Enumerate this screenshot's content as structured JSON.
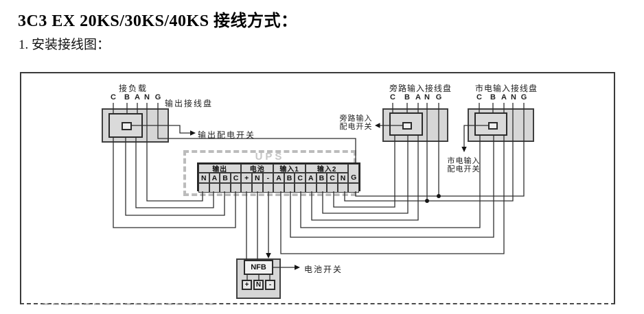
{
  "header": {
    "title": "3C3 EX 20KS/30KS/40KS 接线方式：",
    "subtitle": "1. 安装接线图："
  },
  "colors": {
    "block_fill": "#d6d6d6",
    "wire": "#2e2e2e",
    "dashed_box": "#bcbcbc",
    "frame_border": "#3a3a3a"
  },
  "diagram": {
    "output_block": {
      "load_label": "接负载",
      "board_label": "输出接线盘",
      "switch_label": "输出配电开关",
      "terminals": [
        "C",
        "B",
        "A",
        "N",
        "G"
      ]
    },
    "ups": {
      "label": "UPS",
      "strip": {
        "groups": [
          {
            "label": "输出",
            "terminals": [
              "N",
              "A",
              "B",
              "C"
            ]
          },
          {
            "label": "电池",
            "terminals": [
              "+",
              "N",
              "-"
            ]
          },
          {
            "label": "输入1",
            "terminals": [
              "A",
              "B",
              "C"
            ]
          },
          {
            "label": "输入2",
            "terminals": [
              "A",
              "B",
              "C",
              "N"
            ]
          }
        ],
        "ground": "G"
      }
    },
    "bypass_block": {
      "board_label": "旁路输入接线盘",
      "terminals": [
        "C",
        "B",
        "A",
        "N",
        "G"
      ],
      "switch_label_line1": "旁路输入",
      "switch_label_line2": "配电开关"
    },
    "mains_block": {
      "board_label": "市电输入接线盘",
      "terminals": [
        "C",
        "B",
        "A",
        "N",
        "G"
      ],
      "switch_label_line1": "市电输入",
      "switch_label_line2": "配电开关"
    },
    "battery": {
      "breaker_label": "NFB",
      "terminals": [
        "+",
        "N",
        "-"
      ],
      "switch_label": "电池开关"
    }
  }
}
